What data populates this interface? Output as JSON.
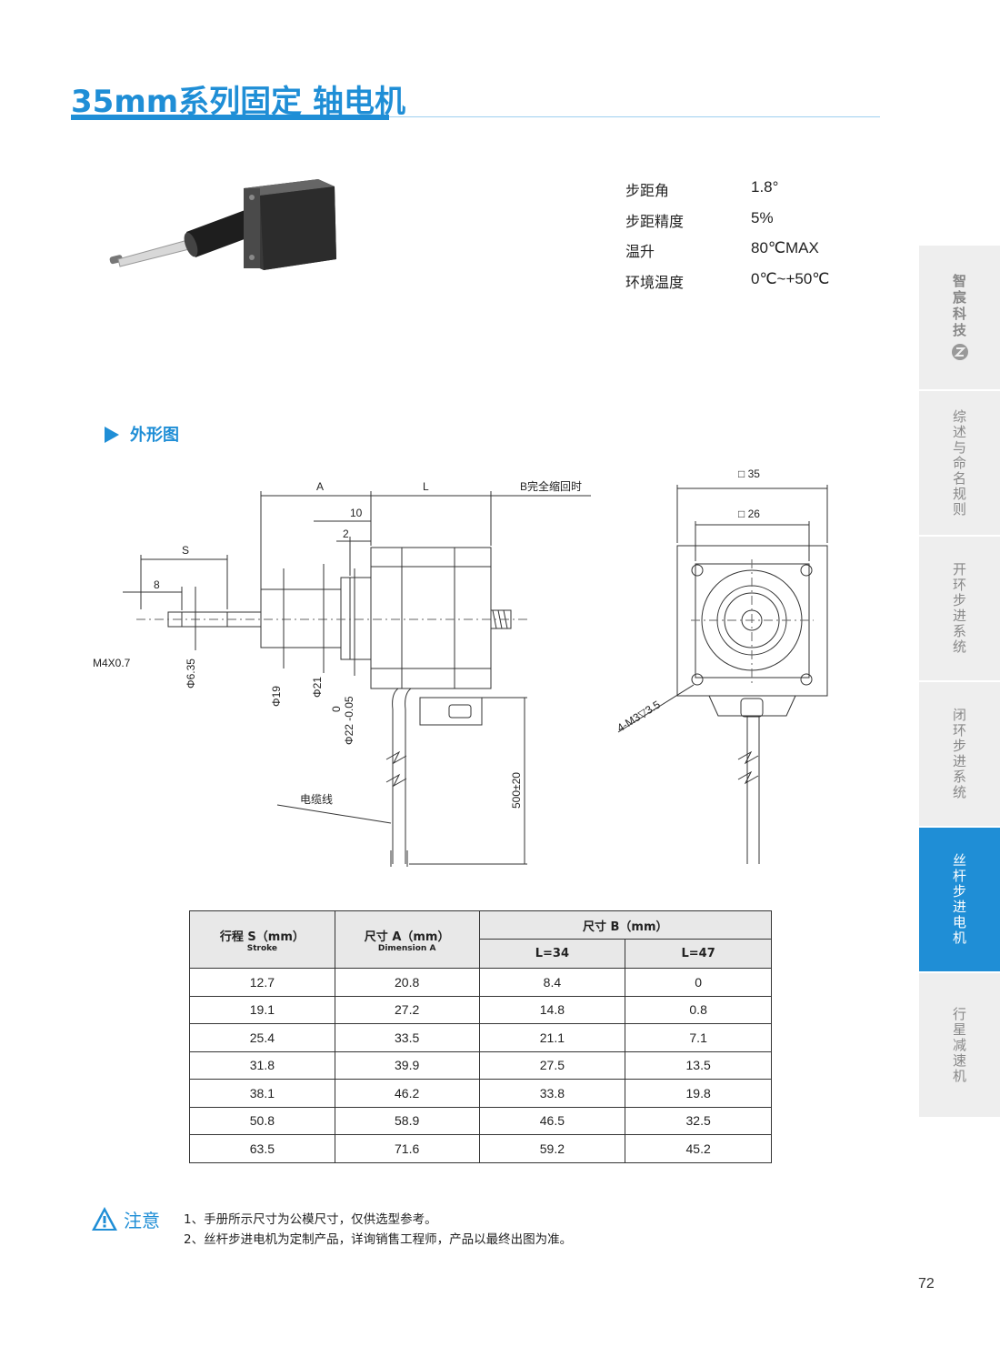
{
  "header": {
    "title": "35mm系列固定 轴电机"
  },
  "specs": [
    {
      "label": "步距角",
      "value": "1.8°"
    },
    {
      "label": "步距精度",
      "value": "5%"
    },
    {
      "label": "温升",
      "value": "80℃MAX"
    },
    {
      "label": "环境温度",
      "value": "0℃~+50℃"
    }
  ],
  "section": {
    "title": "外形图"
  },
  "drawing": {
    "labels": {
      "A": "A",
      "L": "L",
      "B": "B完全缩回时",
      "ten": "10",
      "two": "2",
      "S": "S",
      "eight": "8",
      "thread": "M4X0.7",
      "d635": "Φ6.35",
      "d19": "Φ19",
      "d21": "Φ21",
      "d22": "Φ22 -0.05",
      "d22_tol": "0",
      "cable": "电缆线",
      "len500": "500±20",
      "sq35": "□ 35",
      "sq26": "□ 26",
      "holes": "4-M3▽3.5"
    }
  },
  "table": {
    "headers": {
      "stroke": "行程 S（mm）",
      "stroke_en": "Stroke",
      "dimA": "尺寸 A（mm）",
      "dimA_en": "Dimension A",
      "dimB": "尺寸 B（mm）",
      "l34": "L=34",
      "l47": "L=47"
    },
    "rows": [
      [
        "12.7",
        "20.8",
        "8.4",
        "0"
      ],
      [
        "19.1",
        "27.2",
        "14.8",
        "0.8"
      ],
      [
        "25.4",
        "33.5",
        "21.1",
        "7.1"
      ],
      [
        "31.8",
        "39.9",
        "27.5",
        "13.5"
      ],
      [
        "38.1",
        "46.2",
        "33.8",
        "19.8"
      ],
      [
        "50.8",
        "58.9",
        "46.5",
        "32.5"
      ],
      [
        "63.5",
        "71.6",
        "59.2",
        "45.2"
      ]
    ]
  },
  "note": {
    "label": "注意",
    "lines": [
      "1、手册所示尺寸为公模尺寸，仅供选型参考。",
      "2、丝杆步进电机为定制产品，详询销售工程师，产品以最终出图为准。"
    ]
  },
  "sidebar": {
    "brand": "智宸科技",
    "tabs": [
      "综述与命名规则",
      "开环步进系统",
      "闭环步进系统",
      "丝杆步进电机",
      "行星减速机"
    ],
    "active_index": 3
  },
  "page_number": "72",
  "colors": {
    "accent": "#1f8ed6",
    "tab_bg": "#eeeeee",
    "header_bg": "#e8e8e8"
  }
}
